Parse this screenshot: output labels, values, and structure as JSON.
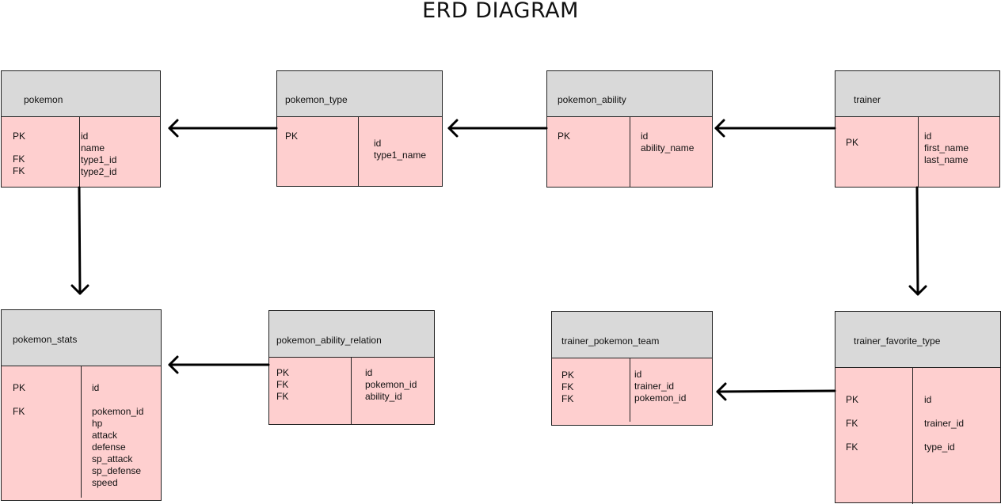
{
  "title": "ERD DIAGRAM",
  "entities": {
    "pokemon": {
      "name": "pokemon",
      "keys": [
        "PK",
        "",
        "FK",
        "FK"
      ],
      "fields": [
        "id",
        "name",
        "type1_id",
        "type2_id"
      ]
    },
    "pokemon_type": {
      "name": "pokemon_type",
      "keys": [
        "PK"
      ],
      "fields": [
        "id",
        "type1_name"
      ]
    },
    "pokemon_ability": {
      "name": "pokemon_ability",
      "keys": [
        "PK"
      ],
      "fields": [
        "id",
        "ability_name"
      ]
    },
    "trainer": {
      "name": "trainer",
      "keys": [
        "PK"
      ],
      "fields": [
        "id",
        "first_name",
        "last_name"
      ]
    },
    "pokemon_stats": {
      "name": "pokemon_stats",
      "keys": [
        "PK",
        "FK"
      ],
      "fields": [
        "id",
        "pokemon_id",
        "hp",
        "attack",
        "defense",
        "sp_attack",
        "sp_defense",
        "speed"
      ]
    },
    "pokemon_ability_relation": {
      "name": "pokemon_ability_relation",
      "keys": [
        "PK",
        "FK",
        "FK"
      ],
      "fields": [
        "id",
        "pokemon_id",
        "ability_id"
      ]
    },
    "trainer_pokemon_team": {
      "name": "trainer_pokemon_team",
      "keys": [
        "PK",
        "FK",
        "FK"
      ],
      "fields": [
        "id",
        "trainer_id",
        "pokemon_id"
      ]
    },
    "trainer_favorite_type": {
      "name": "trainer_favorite_type",
      "keys": [
        "PK",
        "FK",
        "FK"
      ],
      "fields": [
        "id",
        "trainer_id",
        "type_id"
      ]
    }
  },
  "colors": {
    "header": "#d9d9d9",
    "body": "#fecfcf",
    "line": "#000000"
  }
}
